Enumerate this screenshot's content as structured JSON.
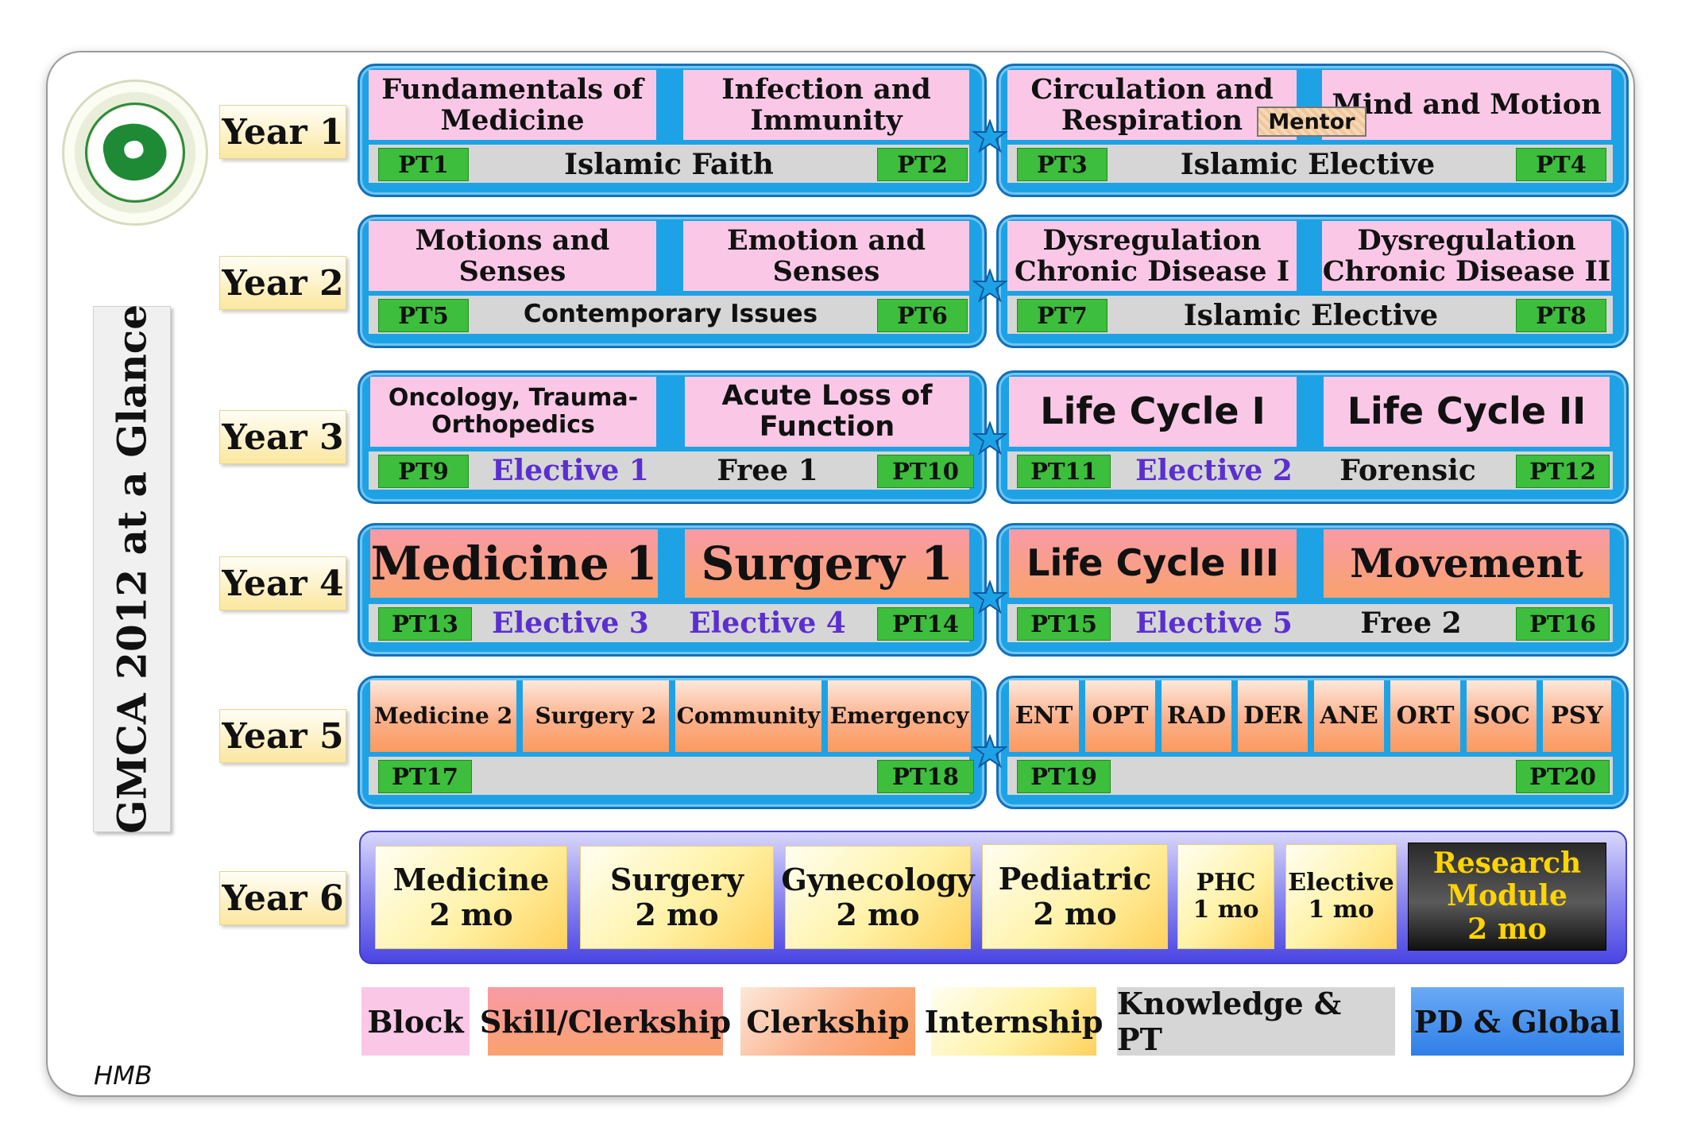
{
  "title": "GMCA 2012 at a Glance",
  "author": "HMB",
  "years": [
    "Year 1",
    "Year 2",
    "Year 3",
    "Year 4",
    "Year 5",
    "Year 6"
  ],
  "y1": {
    "b1": "Fundamentals of Medicine",
    "b2": "Infection and Immunity",
    "b3": "Circulation and Respiration",
    "b4": "Mind and Motion",
    "mentor": "Mentor",
    "ptA": "PT1",
    "ptB": "PT2",
    "ptC": "PT3",
    "ptD": "PT4",
    "barL": "Islamic Faith",
    "barR": "Islamic Elective"
  },
  "y2": {
    "b1": "Motions and Senses",
    "b2": "Emotion and Senses",
    "b3": "Dysregulation Chronic Disease I",
    "b4": "Dysregulation Chronic Disease II",
    "ptA": "PT5",
    "ptB": "PT6",
    "ptC": "PT7",
    "ptD": "PT8",
    "barL": "Contemporary Issues",
    "barR": "Islamic Elective"
  },
  "y3": {
    "b1": "Oncology, Trauma-Orthopedics",
    "b2": "Acute Loss of Function",
    "b3": "Life Cycle I",
    "b4": "Life Cycle II",
    "ptA": "PT9",
    "ptB": "PT10",
    "ptC": "PT11",
    "ptD": "PT12",
    "l1": "Elective 1",
    "l2": "Free 1",
    "r1": "Elective 2",
    "r2": "Forensic"
  },
  "y4": {
    "b1": "Medicine 1",
    "b2": "Surgery 1",
    "b3": "Life Cycle III",
    "b4": "Movement",
    "ptA": "PT13",
    "ptB": "PT14",
    "ptC": "PT15",
    "ptD": "PT16",
    "l1": "Elective 3",
    "l2": "Elective 4",
    "r1": "Elective 5",
    "r2": "Free 2"
  },
  "y5": {
    "left": [
      "Medicine 2",
      "Surgery 2",
      "Community",
      "Emergency"
    ],
    "right": [
      "ENT",
      "OPT",
      "RAD",
      "DER",
      "ANE",
      "ORT",
      "SOC",
      "PSY"
    ],
    "ptA": "PT17",
    "ptB": "PT18",
    "ptC": "PT19",
    "ptD": "PT20"
  },
  "y6": [
    {
      "name": "Medicine",
      "dur": "2 mo"
    },
    {
      "name": "Surgery",
      "dur": "2 mo"
    },
    {
      "name": "Gynecology",
      "dur": "2 mo"
    },
    {
      "name": "Pediatric",
      "dur": "2 mo"
    },
    {
      "name": "PHC",
      "dur": "1 mo"
    },
    {
      "name": "Elective",
      "dur": "1 mo"
    },
    {
      "name": "Research Module",
      "dur": "2 mo"
    }
  ],
  "legend": [
    "Block",
    "Skill/Clerkship",
    "Clerkship",
    "Internship",
    "Knowledge & PT",
    "PD & Global"
  ],
  "colors": {
    "block": "#fac8e6",
    "skill": "#f99aa6",
    "clerkship": "#fbb08a",
    "internship": "#fff2a6",
    "knowledge": "#d6d6d6",
    "pd": "#3f8fee",
    "pt": "#3dbe3d",
    "elective": "#5a2fd0",
    "research": "#ffd400"
  }
}
